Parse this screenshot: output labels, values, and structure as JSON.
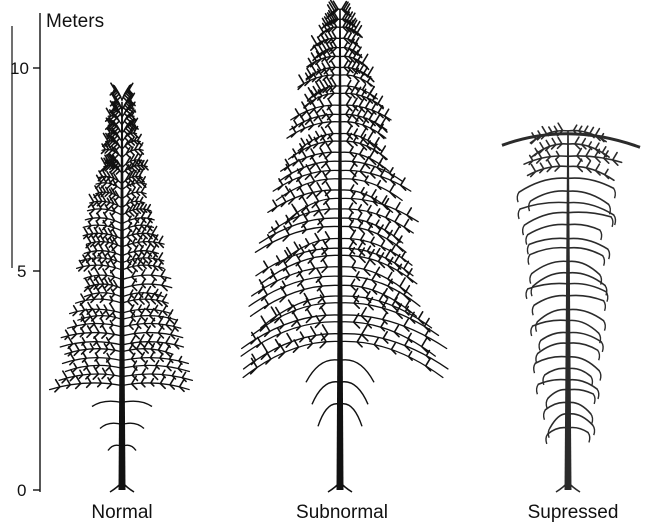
{
  "scale": {
    "unit_label": "Meters",
    "ticks": [
      {
        "value": 10,
        "label": "10"
      },
      {
        "value": 5,
        "label": "5"
      },
      {
        "value": 0,
        "label": "0"
      }
    ]
  },
  "trees": [
    {
      "id": "normal",
      "label": "Normal",
      "height_m": 9.2,
      "crown_base_m": 2.5,
      "crown_top_width_m": 1.0
    },
    {
      "id": "subnormal",
      "label": "Subnormal",
      "height_m": 11.4,
      "crown_base_m": 3.5,
      "crown_top_width_m": 1.0
    },
    {
      "id": "suppressed",
      "label": "Supressed",
      "height_m": 8.5,
      "crown_base_m": 1.5,
      "crown_top_width_m": 1.0
    }
  ],
  "colors": {
    "ink": "#111111",
    "background": "#ffffff",
    "suppressed_ink": "#2b2b2b"
  }
}
